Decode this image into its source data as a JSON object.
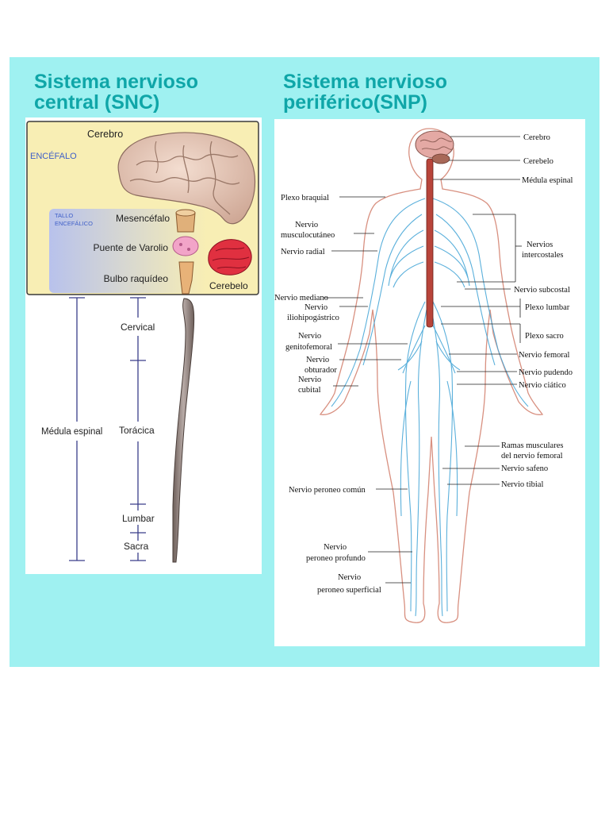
{
  "colors": {
    "background": "#9ff1f1",
    "title": "#0fa6a8",
    "encephalon_panel": "#f8eeb4",
    "brainstem_gradient_start": "#b8c2ec",
    "nerve_blue": "#4aa8d8",
    "spinal_cord_red": "#b8443a"
  },
  "snc": {
    "title_line1": "Sistema nervioso",
    "title_line2": "central (SNC)",
    "encephalon_label": "ENCÉFALO",
    "brainstem_label_line1": "TALLO",
    "brainstem_label_line2": "ENCEFÁLICO",
    "labels": {
      "cerebro": "Cerebro",
      "mesencefalo": "Mesencéfalo",
      "puente": "Puente de Varolio",
      "bulbo": "Bulbo raquídeo",
      "cerebelo": "Cerebelo",
      "medula": "Médula espinal",
      "cervical": "Cervical",
      "toracica": "Torácica",
      "lumbar": "Lumbar",
      "sacra": "Sacra"
    },
    "icons": [
      "brain-icon",
      "mesencephalon-icon",
      "pons-icon",
      "medulla-oblongata-icon",
      "cerebellum-icon",
      "spinal-cord-icon"
    ]
  },
  "snp": {
    "title_line1": "Sistema nervioso",
    "title_line2": "periférico(SNP)",
    "labels": {
      "cerebro": "Cerebro",
      "cerebelo": "Cerebelo",
      "medula": "Médula espinal",
      "plexo_braquial": "Plexo braquial",
      "musculocutaneo_1": "Nervio",
      "musculocutaneo_2": "musculocutáneo",
      "radial": "Nervio radial",
      "intercostales_1": "Nervios",
      "intercostales_2": "intercostales",
      "subcostal": "Nervio subcostal",
      "mediano": "Nervio mediano",
      "iliohipo_1": "Nervio",
      "iliohipo_2": "iliohipogástrico",
      "plexo_lumbar": "Plexo lumbar",
      "plexo_sacro": "Plexo sacro",
      "genito_1": "Nervio",
      "genito_2": "genitofemoral",
      "femoral": "Nervio femoral",
      "obturador_1": "Nervio",
      "obturador_2": "obturador",
      "pudendo": "Nervio pudendo",
      "cubital_1": "Nervio",
      "cubital_2": "cubital",
      "ciatico": "Nervio ciático",
      "ramas_1": "Ramas musculares",
      "ramas_2": "del nervio femoral",
      "safeno": "Nervio safeno",
      "tibial": "Nervio tibial",
      "peroneo_comun": "Nervio peroneo común",
      "profundo_1": "Nervio",
      "profundo_2": "peroneo profundo",
      "superficial_1": "Nervio",
      "superficial_2": "peroneo superficial"
    }
  }
}
